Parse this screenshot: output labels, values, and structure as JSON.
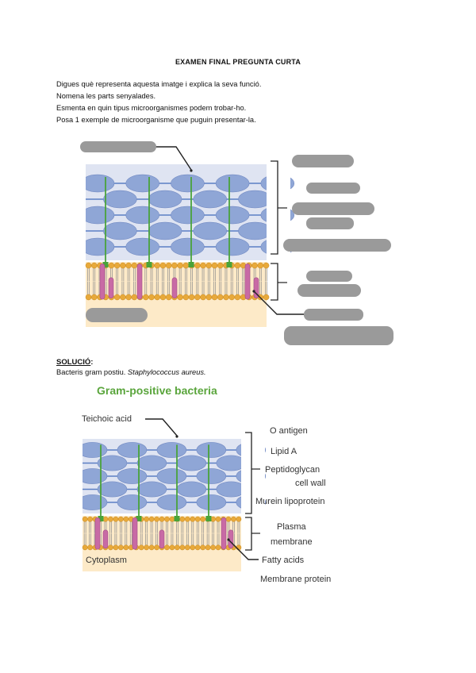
{
  "exam": {
    "title": "EXAMEN FINAL PREGUNTA CURTA",
    "questions": [
      "Digues què representa aquesta imatge i explica la seva funció.",
      "Nomena les parts senyalades.",
      "Esmenta en quin tipus microorganismes podem trobar-ho.",
      "Posa 1 exemple de microorganisme que puguin presentar-la."
    ]
  },
  "solution": {
    "heading": "SOLUCIÓ",
    "colon": ":",
    "answer_prefix": "Bacteris gram postiu. ",
    "answer_species": "Staphylococcus aureus."
  },
  "figure": {
    "title": "Gram-positive bacteria",
    "labels": {
      "teichoic_acid": "Teichoic acid",
      "o_antigen": "O antigen",
      "lipid_a": "Lipid A",
      "peptidoglycan_1": "Peptidoglycan",
      "peptidoglycan_2": "cell wall",
      "murein_lipoprotein": "Murein lipoprotein",
      "plasma_membrane_1": "Plasma",
      "plasma_membrane_2": "membrane",
      "fatty_acids": "Fatty acids",
      "membrane_protein": "Membrane protein",
      "cytoplasm": "Cytoplasm"
    }
  },
  "colors": {
    "cell_wall_fill": "#dfe4f2",
    "ellipse": "#8fa6d6",
    "strand": "#5b7fc4",
    "teichoic": "#4aa33a",
    "head": "#e8a93a",
    "protein": "#c86aa5",
    "cytoplasm": "#fdeac8",
    "blank_label": "#9a9a9a"
  }
}
